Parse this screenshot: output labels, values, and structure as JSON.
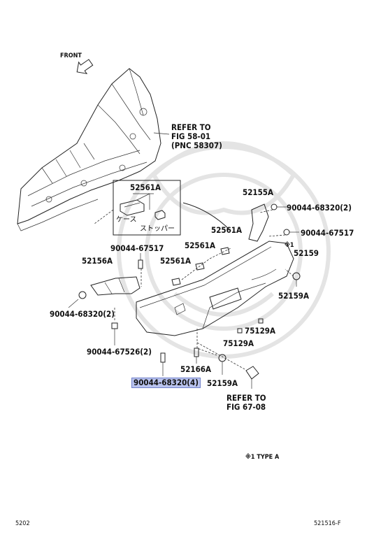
{
  "labels": {
    "front": "FRONT",
    "refer_1_line1": "REFER TO",
    "refer_1_line2": "FIG 58-01",
    "refer_1_line3": "(PNC 58307)",
    "part_52561A_box": "52561A",
    "case_jp": "ケース",
    "stopper_jp": "ストッパー",
    "part_52155A": "52155A",
    "part_90044_68320_2_right": "90044-68320(2)",
    "part_90044_67517_right": "90044-67517",
    "part_52561A_mid": "52561A",
    "note_mark": "※1",
    "part_52159": "52159",
    "part_90044_67517_left": "90044-67517",
    "part_52561A_a": "52561A",
    "part_52156A": "52156A",
    "part_52561A_b": "52561A",
    "part_52159A_right": "52159A",
    "part_90044_68320_2_left": "90044-68320(2)",
    "part_75129A_a": "75129A",
    "part_75129A_b": "75129A",
    "part_90044_67526_2": "90044-67526(2)",
    "part_52166A": "52166A",
    "part_90044_68320_4": "90044-68320(4)",
    "part_52159A_bottom": "52159A",
    "refer_2_line1": "REFER TO",
    "refer_2_line2": "FIG 67-08",
    "type_note": "※1 TYPE A",
    "page_left": "5202",
    "page_right": "521516-F"
  },
  "colors": {
    "highlight": "#b9c3ee",
    "highlight_border": "#6f7fc9",
    "watermark": "#e6e6e6"
  }
}
